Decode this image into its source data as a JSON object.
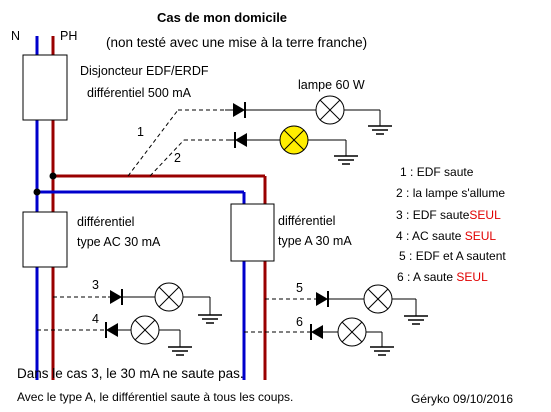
{
  "title": "Cas de mon domicile",
  "subtitle": "(non testé avec une mise à la terre franche)",
  "wire_labels": {
    "neutral": "N",
    "phase": "PH"
  },
  "main_breaker": {
    "line1": "Disjoncteur EDF/ERDF",
    "line2": "différentiel 500 mA"
  },
  "lamp_label": "lampe 60 W",
  "rcd_ac": {
    "line1": "différentiel",
    "line2": "type AC 30 mA"
  },
  "rcd_a": {
    "line1": "différentiel",
    "line2": "type A 30 mA"
  },
  "test_numbers": [
    "1",
    "2",
    "3",
    "4",
    "5",
    "6"
  ],
  "legend": [
    {
      "num": "1 :",
      "text": "EDF saute",
      "highlight": ""
    },
    {
      "num": "2 :",
      "text": "la lampe s'allume",
      "highlight": ""
    },
    {
      "num": "3 :",
      "text": "EDF saute",
      "highlight": "SEUL"
    },
    {
      "num": "4 :",
      "text": "AC saute ",
      "highlight": "SEUL"
    },
    {
      "num": "5 :",
      "text": "EDF et A sautent",
      "highlight": ""
    },
    {
      "num": "6 :",
      "text": "A saute ",
      "highlight": "SEUL"
    }
  ],
  "note1": "Dans le cas 3, le 30 mA ne saute pas.",
  "note2": "Avec le type A, le différentiel saute à tous les coups.",
  "signature": "Géryko 09/10/2016",
  "colors": {
    "neutral_wire": "#0000cc",
    "phase_wire": "#990000",
    "lamp_lit": "#ffee00",
    "highlight_text": "#e00000"
  }
}
